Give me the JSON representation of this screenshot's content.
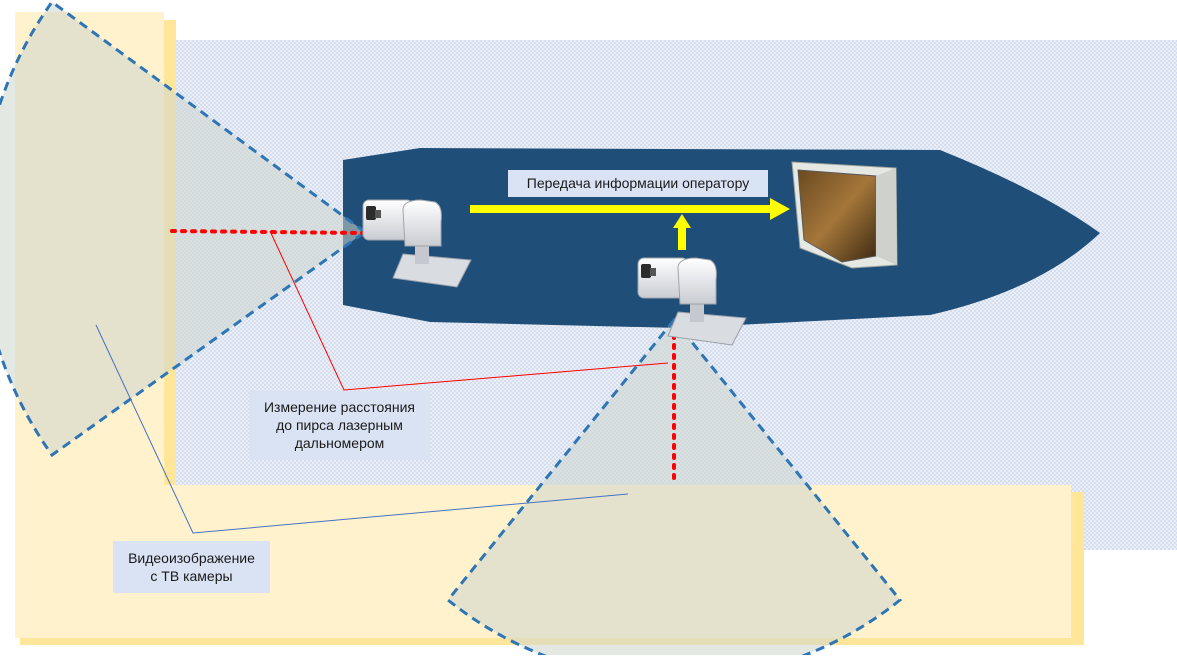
{
  "labels": {
    "transfer": "Передача информации оператору",
    "laser_line1": "Измерение расстояния",
    "laser_line2": "до пирса лазерным",
    "laser_line3": "дальномером",
    "video_line1": "Видеоизображение",
    "video_line2": "с ТВ камеры"
  },
  "colors": {
    "ship": "#1f4e79",
    "pier": "#fff2cc",
    "pier_shadow": "#ffe699",
    "water": "#dae3f3",
    "fov_fill": "#dfe3d8",
    "fov_outline": "#2e75b6",
    "arrow": "#ffff00",
    "laser": "#ff0000",
    "label_bg": "#dae3f3"
  },
  "icons": [
    "camera-icon",
    "monitor-icon"
  ]
}
